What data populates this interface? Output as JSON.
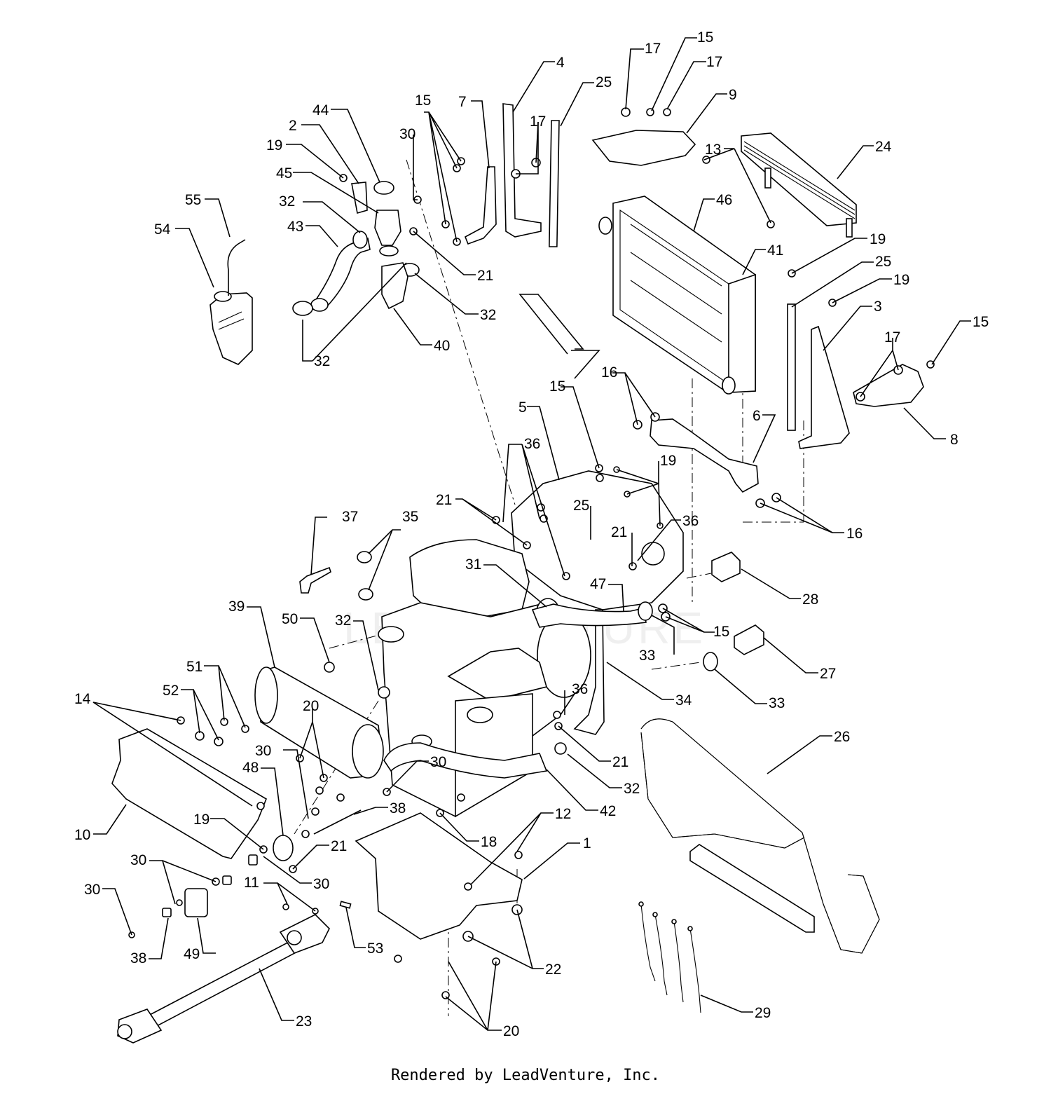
{
  "watermark": "LEADVENTURE",
  "credit": "Rendered by LeadVenture, Inc.",
  "callouts": [
    {
      "id": "c1",
      "label": "1"
    },
    {
      "id": "c2",
      "label": "2"
    },
    {
      "id": "c3",
      "label": "3"
    },
    {
      "id": "c4",
      "label": "4"
    },
    {
      "id": "c5",
      "label": "5"
    },
    {
      "id": "c6",
      "label": "6"
    },
    {
      "id": "c7",
      "label": "7"
    },
    {
      "id": "c8",
      "label": "8"
    },
    {
      "id": "c9",
      "label": "9"
    },
    {
      "id": "c10",
      "label": "10"
    },
    {
      "id": "c11",
      "label": "11"
    },
    {
      "id": "c12",
      "label": "12"
    },
    {
      "id": "c13",
      "label": "13"
    },
    {
      "id": "c14",
      "label": "14"
    },
    {
      "id": "c15a",
      "label": "15"
    },
    {
      "id": "c15b",
      "label": "15"
    },
    {
      "id": "c15c",
      "label": "15"
    },
    {
      "id": "c15d",
      "label": "15"
    },
    {
      "id": "c15e",
      "label": "15"
    },
    {
      "id": "c16a",
      "label": "16"
    },
    {
      "id": "c16b",
      "label": "16"
    },
    {
      "id": "c17a",
      "label": "17"
    },
    {
      "id": "c17b",
      "label": "17"
    },
    {
      "id": "c17c",
      "label": "17"
    },
    {
      "id": "c17d",
      "label": "17"
    },
    {
      "id": "c18",
      "label": "18"
    },
    {
      "id": "c19a",
      "label": "19"
    },
    {
      "id": "c19b",
      "label": "19"
    },
    {
      "id": "c19c",
      "label": "19"
    },
    {
      "id": "c19d",
      "label": "19"
    },
    {
      "id": "c19e",
      "label": "19"
    },
    {
      "id": "c20a",
      "label": "20"
    },
    {
      "id": "c20b",
      "label": "20"
    },
    {
      "id": "c21a",
      "label": "21"
    },
    {
      "id": "c21b",
      "label": "21"
    },
    {
      "id": "c21c",
      "label": "21"
    },
    {
      "id": "c21d",
      "label": "21"
    },
    {
      "id": "c21e",
      "label": "21"
    },
    {
      "id": "c22",
      "label": "22"
    },
    {
      "id": "c23",
      "label": "23"
    },
    {
      "id": "c24",
      "label": "24"
    },
    {
      "id": "c25a",
      "label": "25"
    },
    {
      "id": "c25b",
      "label": "25"
    },
    {
      "id": "c25c",
      "label": "25"
    },
    {
      "id": "c26",
      "label": "26"
    },
    {
      "id": "c27",
      "label": "27"
    },
    {
      "id": "c28",
      "label": "28"
    },
    {
      "id": "c29",
      "label": "29"
    },
    {
      "id": "c30a",
      "label": "30"
    },
    {
      "id": "c30b",
      "label": "30"
    },
    {
      "id": "c30c",
      "label": "30"
    },
    {
      "id": "c30d",
      "label": "30"
    },
    {
      "id": "c30e",
      "label": "30"
    },
    {
      "id": "c30f",
      "label": "30"
    },
    {
      "id": "c31",
      "label": "31"
    },
    {
      "id": "c32a",
      "label": "32"
    },
    {
      "id": "c32b",
      "label": "32"
    },
    {
      "id": "c32c",
      "label": "32"
    },
    {
      "id": "c32d",
      "label": "32"
    },
    {
      "id": "c32e",
      "label": "32"
    },
    {
      "id": "c33a",
      "label": "33"
    },
    {
      "id": "c33b",
      "label": "33"
    },
    {
      "id": "c34",
      "label": "34"
    },
    {
      "id": "c35",
      "label": "35"
    },
    {
      "id": "c36a",
      "label": "36"
    },
    {
      "id": "c36b",
      "label": "36"
    },
    {
      "id": "c36c",
      "label": "36"
    },
    {
      "id": "c37",
      "label": "37"
    },
    {
      "id": "c38a",
      "label": "38"
    },
    {
      "id": "c38b",
      "label": "38"
    },
    {
      "id": "c39",
      "label": "39"
    },
    {
      "id": "c40",
      "label": "40"
    },
    {
      "id": "c41",
      "label": "41"
    },
    {
      "id": "c42",
      "label": "42"
    },
    {
      "id": "c43",
      "label": "43"
    },
    {
      "id": "c44",
      "label": "44"
    },
    {
      "id": "c45",
      "label": "45"
    },
    {
      "id": "c46",
      "label": "46"
    },
    {
      "id": "c47",
      "label": "47"
    },
    {
      "id": "c48",
      "label": "48"
    },
    {
      "id": "c49",
      "label": "49"
    },
    {
      "id": "c50",
      "label": "50"
    },
    {
      "id": "c51",
      "label": "51"
    },
    {
      "id": "c52",
      "label": "52"
    },
    {
      "id": "c53",
      "label": "53"
    },
    {
      "id": "c54",
      "label": "54"
    },
    {
      "id": "c55",
      "label": "55"
    }
  ]
}
